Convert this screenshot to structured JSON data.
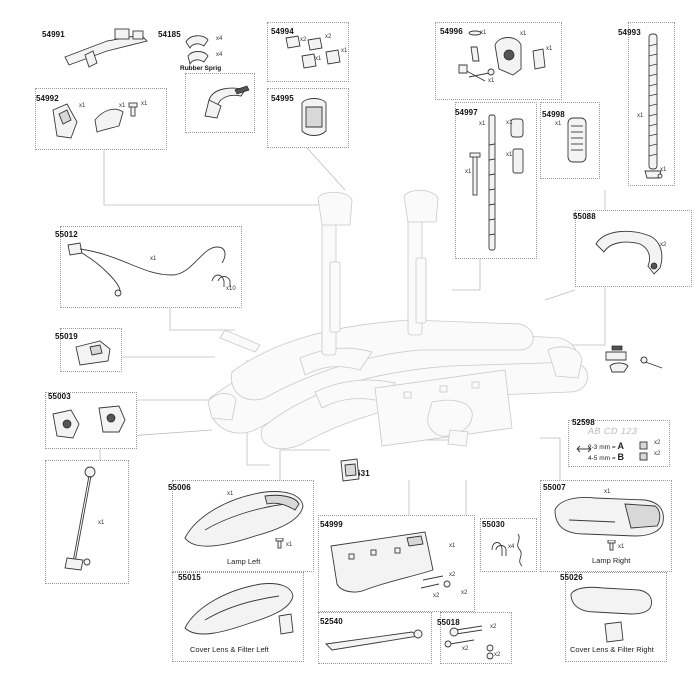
{
  "parts": {
    "p54991": {
      "number": "54991"
    },
    "p54185": {
      "number": "54185",
      "qty_a": "x4",
      "qty_b": "x4",
      "label": "Rubber Sprig"
    },
    "p54994": {
      "number": "54994",
      "qty_a": "x2",
      "qty_b": "x2",
      "qty_c": "x1",
      "qty_d": "x1"
    },
    "p54996": {
      "number": "54996",
      "qty_a": "x1",
      "qty_b": "x1",
      "qty_c": "x1",
      "qty_d": "x1"
    },
    "p54993": {
      "number": "54993",
      "qty_a": "x1",
      "qty_b": "x1"
    },
    "p54992": {
      "number": "54992",
      "qty_a": "x1",
      "qty_b": "x1",
      "qty_c": "x1"
    },
    "p54995": {
      "number": "54995"
    },
    "p54997": {
      "number": "54997",
      "qty_a": "x1",
      "qty_b": "x1",
      "qty_c": "x1",
      "qty_d": "x1"
    },
    "p54998": {
      "number": "54998",
      "qty_a": "x1"
    },
    "p55012": {
      "number": "55012",
      "qty_a": "x1",
      "qty_b": "x10"
    },
    "p55088": {
      "number": "55088",
      "qty_a": "x2"
    },
    "p55019": {
      "number": "55019"
    },
    "p55003": {
      "number": "55003"
    },
    "p_rod": {
      "qty_a": "x1"
    },
    "p52598": {
      "number": "52598",
      "plate_text": "AB CD 123",
      "line_a": "2-3 mm = ",
      "letter_a": "A",
      "qty_a": "x2",
      "line_b": "4-5 mm = ",
      "letter_b": "B",
      "qty_b": "x2"
    },
    "p52631": {
      "number": "52631"
    },
    "p55006": {
      "number": "55006",
      "qty_a": "x1",
      "qty_b": "x1",
      "label": "Lamp Left"
    },
    "p54999": {
      "number": "54999",
      "qty_a": "x1",
      "qty_b": "x2",
      "qty_c": "x2",
      "qty_d": "x2"
    },
    "p55030": {
      "number": "55030",
      "qty_a": "x4"
    },
    "p55007": {
      "number": "55007",
      "qty_a": "x1",
      "qty_b": "x1",
      "label": "Lamp Right"
    },
    "p55015": {
      "number": "55015",
      "label": "Cover Lens & Filter Left"
    },
    "p52540": {
      "number": "52540"
    },
    "p55018": {
      "number": "55018",
      "qty_a": "x2",
      "qty_b": "x2",
      "qty_c": "x2"
    },
    "p55026": {
      "number": "55026",
      "label": "Cover Lens & Filter Right"
    }
  }
}
